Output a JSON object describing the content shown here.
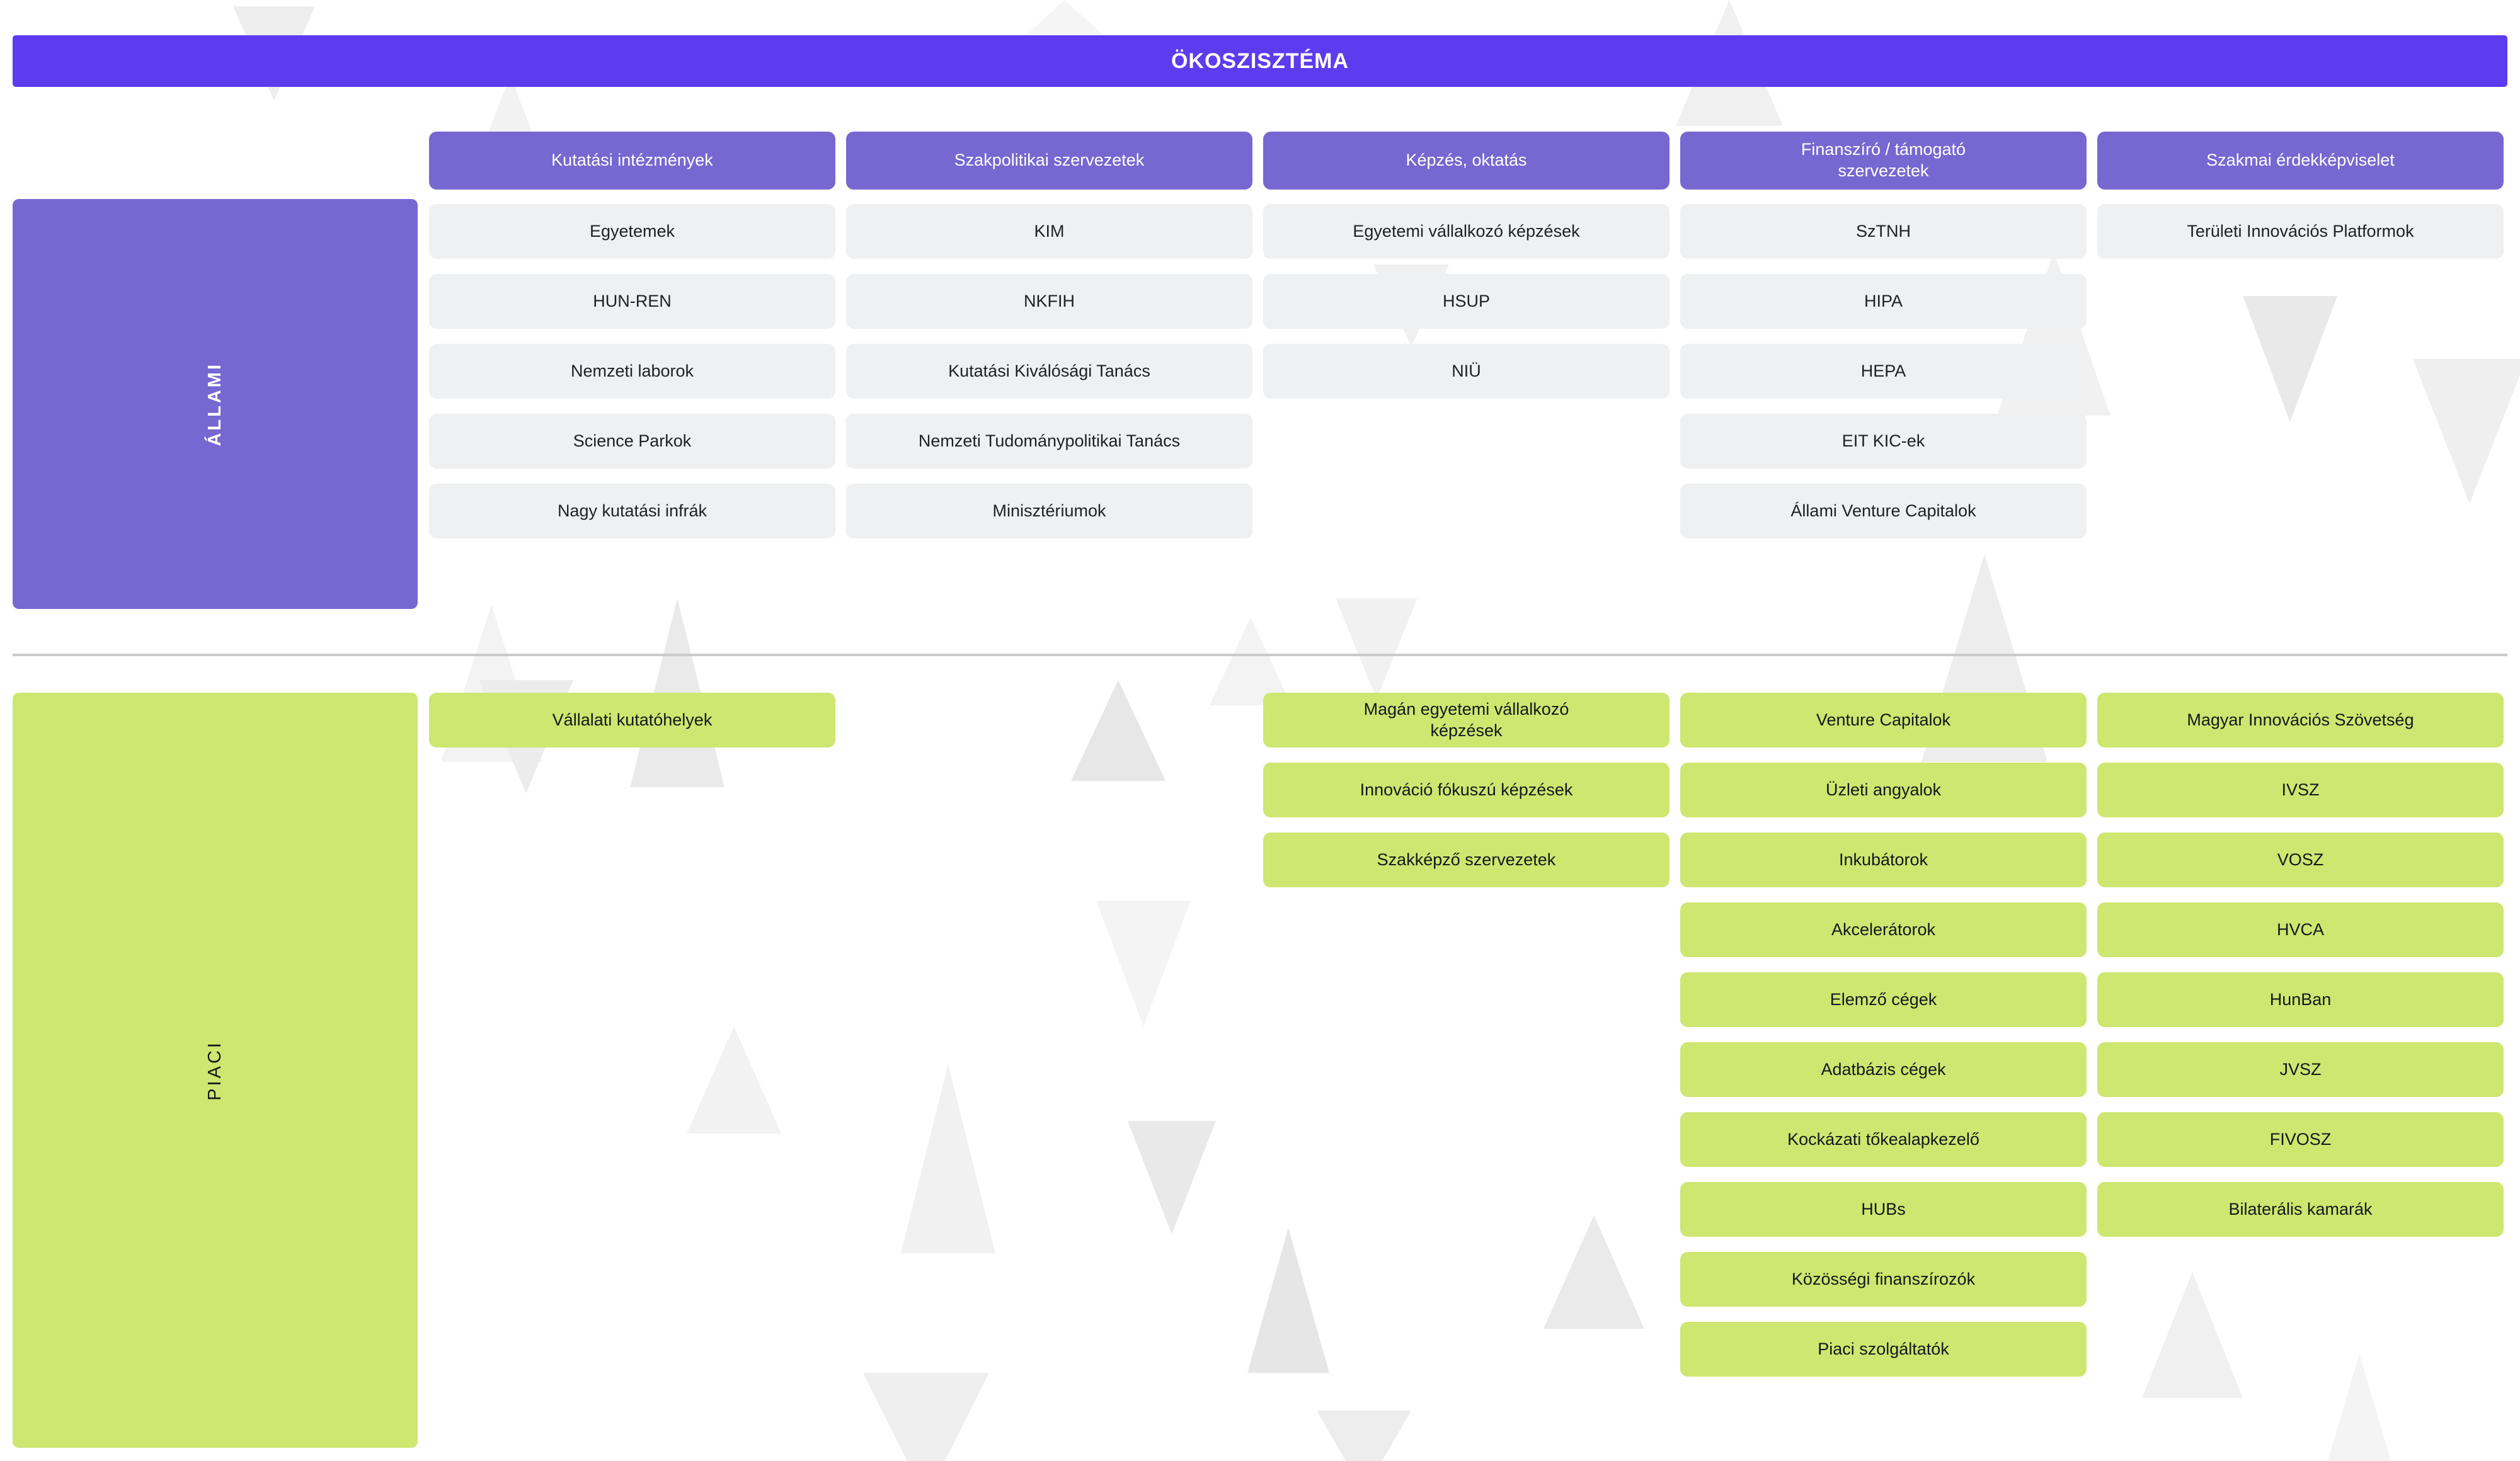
{
  "banner": {
    "title": "ÖKOSZISZTÉMA"
  },
  "column_headers": [
    "Kutatási intézmények",
    "Szakpolitikai szervezetek",
    "Képzés, oktatás",
    "Finanszíró / támogató szervezetek",
    "Szakmai érdekképviselet"
  ],
  "sections": {
    "allami": {
      "label": "ÁLLAMI",
      "columns": [
        [
          "Egyetemek",
          "HUN-REN",
          "Nemzeti laborok",
          "Science Parkok",
          "Nagy kutatási infrák"
        ],
        [
          "KIM",
          "NKFIH",
          "Kutatási Kiválósági Tanács",
          "Nemzeti Tudománypolitikai Tanács",
          "Minisztériumok"
        ],
        [
          "Egyetemi vállalkozó képzések",
          "HSUP",
          "NIÜ"
        ],
        [
          "SzTNH",
          "HIPA",
          "HEPA",
          "EIT KIC-ek",
          "Állami Venture Capitalok"
        ],
        [
          "Területi Innovációs Platformok"
        ]
      ]
    },
    "piaci": {
      "label": "PIACI",
      "columns": [
        [
          "Vállalati kutatóhelyek"
        ],
        [],
        [
          "Magán egyetemi vállalkozó képzések",
          "Innováció fókuszú képzések",
          "Szakképző szervezetek"
        ],
        [
          "Venture Capitalok",
          "Üzleti angyalok",
          "Inkubátorok",
          "Akcelerátorok",
          "Elemző cégek",
          "Adatbázis cégek",
          "Kockázati tőkealapkezelő",
          "HUBs",
          "Közösségi finanszírozók",
          "Piaci szolgáltatók"
        ],
        [
          "Magyar Innovációs Szövetség",
          "IVSZ",
          "VOSZ",
          "HVCA",
          "HunBan",
          "JVSZ",
          "FIVOSZ",
          "Bilaterális kamarák"
        ]
      ]
    }
  },
  "colors": {
    "banner": "#5D3BEE",
    "header": "#7767D1",
    "state_block": "#7767D1",
    "market_block": "#CDE770",
    "cell_grey": "#EFF0F2",
    "cell_green": "#CDE770",
    "divider": "#C9CACC"
  }
}
